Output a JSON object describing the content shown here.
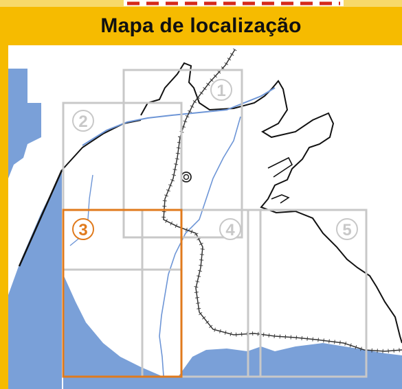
{
  "title": "Mapa de localização",
  "colors": {
    "header": "#f6bb00",
    "water": "#7aa0d8",
    "grid": "#c8c8c8",
    "highlight": "#e07a1c",
    "river": "#6d95d6",
    "coast": "#111111"
  },
  "sections": [
    {
      "number": "1",
      "highlighted": false
    },
    {
      "number": "2",
      "highlighted": false
    },
    {
      "number": "3",
      "highlighted": true
    },
    {
      "number": "4",
      "highlighted": false
    },
    {
      "number": "5",
      "highlighted": false
    }
  ],
  "icons": {
    "station": "station-marker-icon",
    "railway": "railway-line"
  }
}
